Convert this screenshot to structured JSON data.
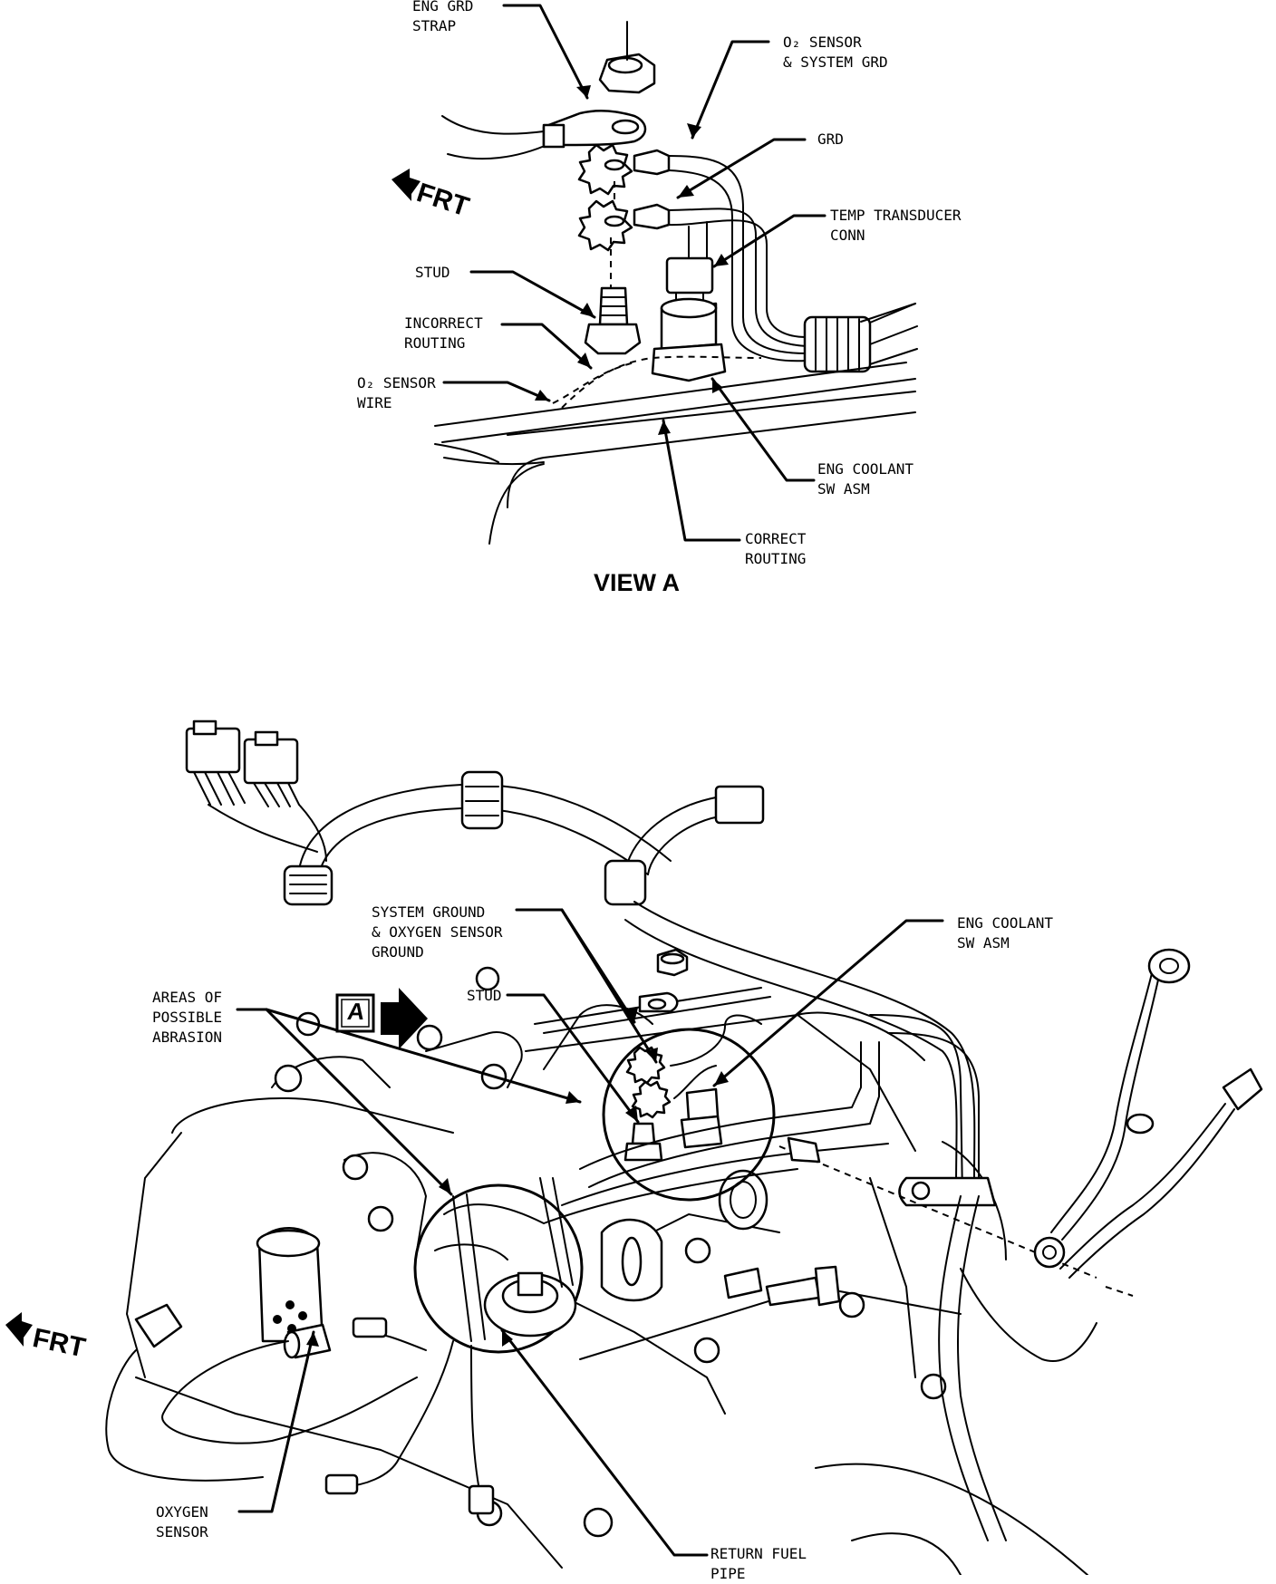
{
  "view_a": {
    "title": "VIEW A",
    "front_label": "FRT",
    "labels": {
      "eng_grd_strap": "ENG GRD\nSTRAP",
      "o2_sensor_system_grd": "O₂ SENSOR\n& SYSTEM GRD",
      "grd": "GRD",
      "temp_transducer_conn": "TEMP TRANSDUCER\nCONN",
      "stud": "STUD",
      "incorrect_routing": "INCORRECT\nROUTING",
      "o2_sensor_wire": "O₂ SENSOR\nWIRE",
      "eng_coolant_sw_asm": "ENG COOLANT\nSW ASM",
      "correct_routing": "CORRECT\nROUTING"
    }
  },
  "main_view": {
    "front_label": "FRT",
    "view_marker": "A",
    "labels": {
      "system_ground_oxygen_sensor_ground": "SYSTEM GROUND\n& OXYGEN SENSOR\nGROUND",
      "eng_coolant_sw_asm": "ENG COOLANT\nSW ASM",
      "stud": "STUD",
      "areas_of_possible_abrasion": "AREAS OF\nPOSSIBLE\nABRASION",
      "oxygen_sensor": "OXYGEN\nSENSOR",
      "return_fuel_pipe": "RETURN FUEL\nPIPE"
    }
  }
}
